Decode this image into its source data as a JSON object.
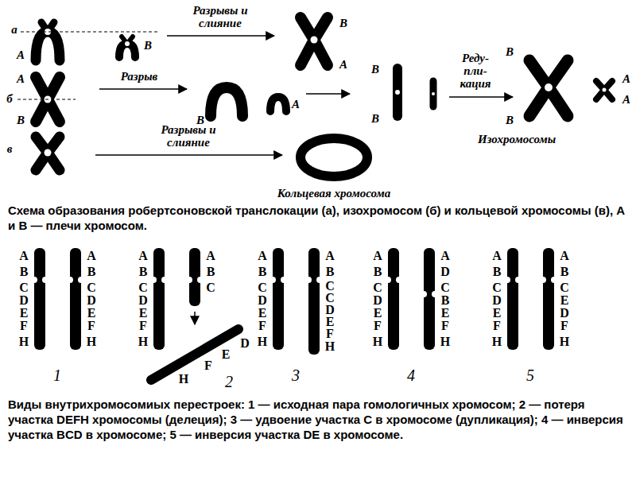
{
  "diagram": {
    "caption": "Схема образования робертсоновской транслокации (а), изохромосом (б) и кольцевой хромосомы (в), А и В — плечи хромосом.",
    "labels": [
      "а",
      "А",
      "В",
      "Разрывы и слияние",
      "В",
      "А",
      "А",
      "б",
      "В",
      "Разрыв",
      "В",
      "А",
      "В",
      "В",
      "Реду- пли- кация",
      "В",
      "В",
      "А",
      "А",
      "Изохромосомы",
      "в",
      "Разрывы и слияние",
      "Кольцевая хромосома",
      "A",
      "B",
      "C",
      "D",
      "E",
      "F",
      "H",
      "A",
      "B",
      "C",
      "D",
      "E",
      "F",
      "H",
      "1",
      "A",
      "B",
      "C",
      "D",
      "E",
      "F",
      "H",
      "A",
      "B",
      "C",
      "D",
      "E",
      "F",
      "H",
      "2",
      "A",
      "B",
      "C",
      "D",
      "E",
      "F",
      "H",
      "A",
      "B",
      "C",
      "C",
      "D",
      "E",
      "F",
      "H",
      "3",
      "A",
      "B",
      "C",
      "D",
      "E",
      "F",
      "H",
      "A",
      "D",
      "C",
      "B",
      "E",
      "F",
      "H",
      "4",
      "A",
      "B",
      "C",
      "D",
      "E",
      "F",
      "H",
      "A",
      "B",
      "C",
      "E",
      "D",
      "F",
      "H",
      "5",
      "Виды внутрихромосомиых перестроек: 1 — исходная пара гомологичных хромосом; 2 — потеря участка DEFH хромосомы (делеция); 3 — удвоение участка С в хромосоме (дупликация); 4 — инверсия участка BCD в хромосоме; 5 — инверсия участка DE в хромосоме."
    ]
  }
}
